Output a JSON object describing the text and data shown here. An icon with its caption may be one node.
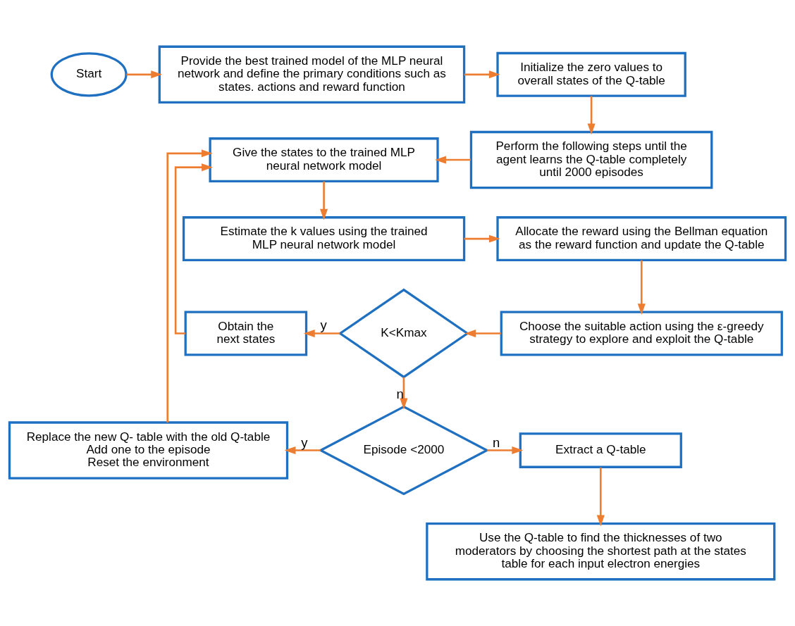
{
  "diagram": {
    "nodes": [
      {
        "text": [
          "Start"
        ]
      },
      {
        "text": [
          "Provide the best trained model of the MLP neural network and define the primary conditions such as states. actions and reward function"
        ]
      },
      {
        "text": [
          "Initialize the zero values to overall states of the Q-table"
        ]
      },
      {
        "text": [
          "Perform the following steps until the agent learns the Q-table completely until 2000 episodes"
        ]
      },
      {
        "text": [
          "Give the states to the trained MLP neural network model"
        ]
      },
      {
        "text": [
          "Estimate the k values using the trained MLP neural network model"
        ]
      },
      {
        "text": [
          "Allocate the reward using the Bellman equation as the reward function and update the Q-table"
        ]
      },
      {
        "text": [
          "Choose the suitable action using the ε-greedy strategy to explore and exploit the Q-table"
        ]
      },
      {
        "text": [
          "K<Kmax"
        ]
      },
      {
        "text": [
          "Obtain the next states"
        ]
      },
      {
        "text": [
          "Episode <2000"
        ]
      },
      {
        "text": [
          "Replace the new Q- table with the old Q-table",
          "Add one to the episode",
          "Reset the environment"
        ]
      },
      {
        "text": [
          "Extract a Q-table"
        ]
      },
      {
        "text": [
          "Use the Q-table to find the thicknesses of two moderators by choosing the shortest path at the states table for each input electron energies"
        ]
      }
    ],
    "edges": [
      {
        "from": 0,
        "to": 1,
        "arrow": "to"
      },
      {
        "from": 1,
        "to": 2,
        "arrow": "to"
      },
      {
        "from": 2,
        "to": 3,
        "arrow": "to"
      },
      {
        "from": 3,
        "to": 4,
        "arrow": "to"
      },
      {
        "from": 4,
        "to": 5,
        "arrow": "to"
      },
      {
        "from": 5,
        "to": 6,
        "arrow": "to"
      },
      {
        "from": 6,
        "to": 7,
        "arrow": "to"
      },
      {
        "from": 7,
        "to": 8,
        "arrow": "to"
      },
      {
        "from": 8,
        "to": 9,
        "arrow": "to",
        "label": "y"
      },
      {
        "from": 8,
        "to": 10,
        "arrow": "to",
        "label": "n"
      },
      {
        "from": 10,
        "to": 11,
        "arrow": "to",
        "label": "y"
      },
      {
        "from": 10,
        "to": 12,
        "arrow": "to",
        "label": "n"
      },
      {
        "from": 12,
        "to": 13,
        "arrow": "to"
      },
      {
        "from": 9,
        "to": 4,
        "arrow": "to"
      },
      {
        "from": 11,
        "to": 4,
        "arrow": "to"
      }
    ]
  }
}
